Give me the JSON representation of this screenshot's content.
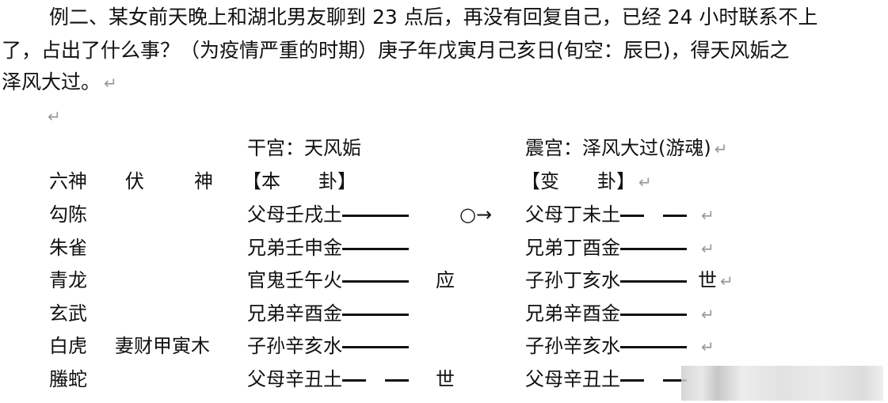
{
  "paragraph": {
    "line1": "例二、某女前天晚上和湖北男友聊到 23 点后，再没有回复自己，已经 24 小时联系不上",
    "line2": "了，占出了什么事？（为疫情严重的时期）庚子年戊寅月己亥日(旬空：辰巳)，得天风姤之",
    "line3": "泽风大过。"
  },
  "paragraph_mark": "↵",
  "hexagram": {
    "original_title": "干宫：天风姤",
    "changed_title": "震宫：泽风大过(游魂)",
    "headers": {
      "six_spirits": "六神",
      "hidden_1": "伏",
      "hidden_2": "神",
      "original": "【本　　卦】",
      "changed": "【变　　卦】"
    },
    "rows": [
      {
        "spirit": "勾陈",
        "hidden": "",
        "orig": "父母壬戌土",
        "orig_line": "yang",
        "orig_mark": "",
        "moving": "○→",
        "chg": "父母丁未土",
        "chg_line": "yin",
        "chg_mark": ""
      },
      {
        "spirit": "朱雀",
        "hidden": "",
        "orig": "兄弟壬申金",
        "orig_line": "yang",
        "orig_mark": "",
        "moving": "",
        "chg": "兄弟丁酉金",
        "chg_line": "yang",
        "chg_mark": ""
      },
      {
        "spirit": "青龙",
        "hidden": "",
        "orig": "官鬼壬午火",
        "orig_line": "yang",
        "orig_mark": "应",
        "moving": "",
        "chg": "子孙丁亥水",
        "chg_line": "yang",
        "chg_mark": "世"
      },
      {
        "spirit": "玄武",
        "hidden": "",
        "orig": "兄弟辛酉金",
        "orig_line": "yang",
        "orig_mark": "",
        "moving": "",
        "chg": "兄弟辛酉金",
        "chg_line": "yang",
        "chg_mark": ""
      },
      {
        "spirit": "白虎",
        "hidden": "妻财甲寅木",
        "orig": "子孙辛亥水",
        "orig_line": "yang",
        "orig_mark": "",
        "moving": "",
        "chg": "子孙辛亥水",
        "chg_line": "yang",
        "chg_mark": ""
      },
      {
        "spirit": "螣蛇",
        "hidden": "",
        "orig": "父母辛丑土",
        "orig_line": "yin",
        "orig_mark": "世",
        "moving": "",
        "chg": "父母辛丑土",
        "chg_line": "yin",
        "chg_mark": ""
      }
    ]
  }
}
